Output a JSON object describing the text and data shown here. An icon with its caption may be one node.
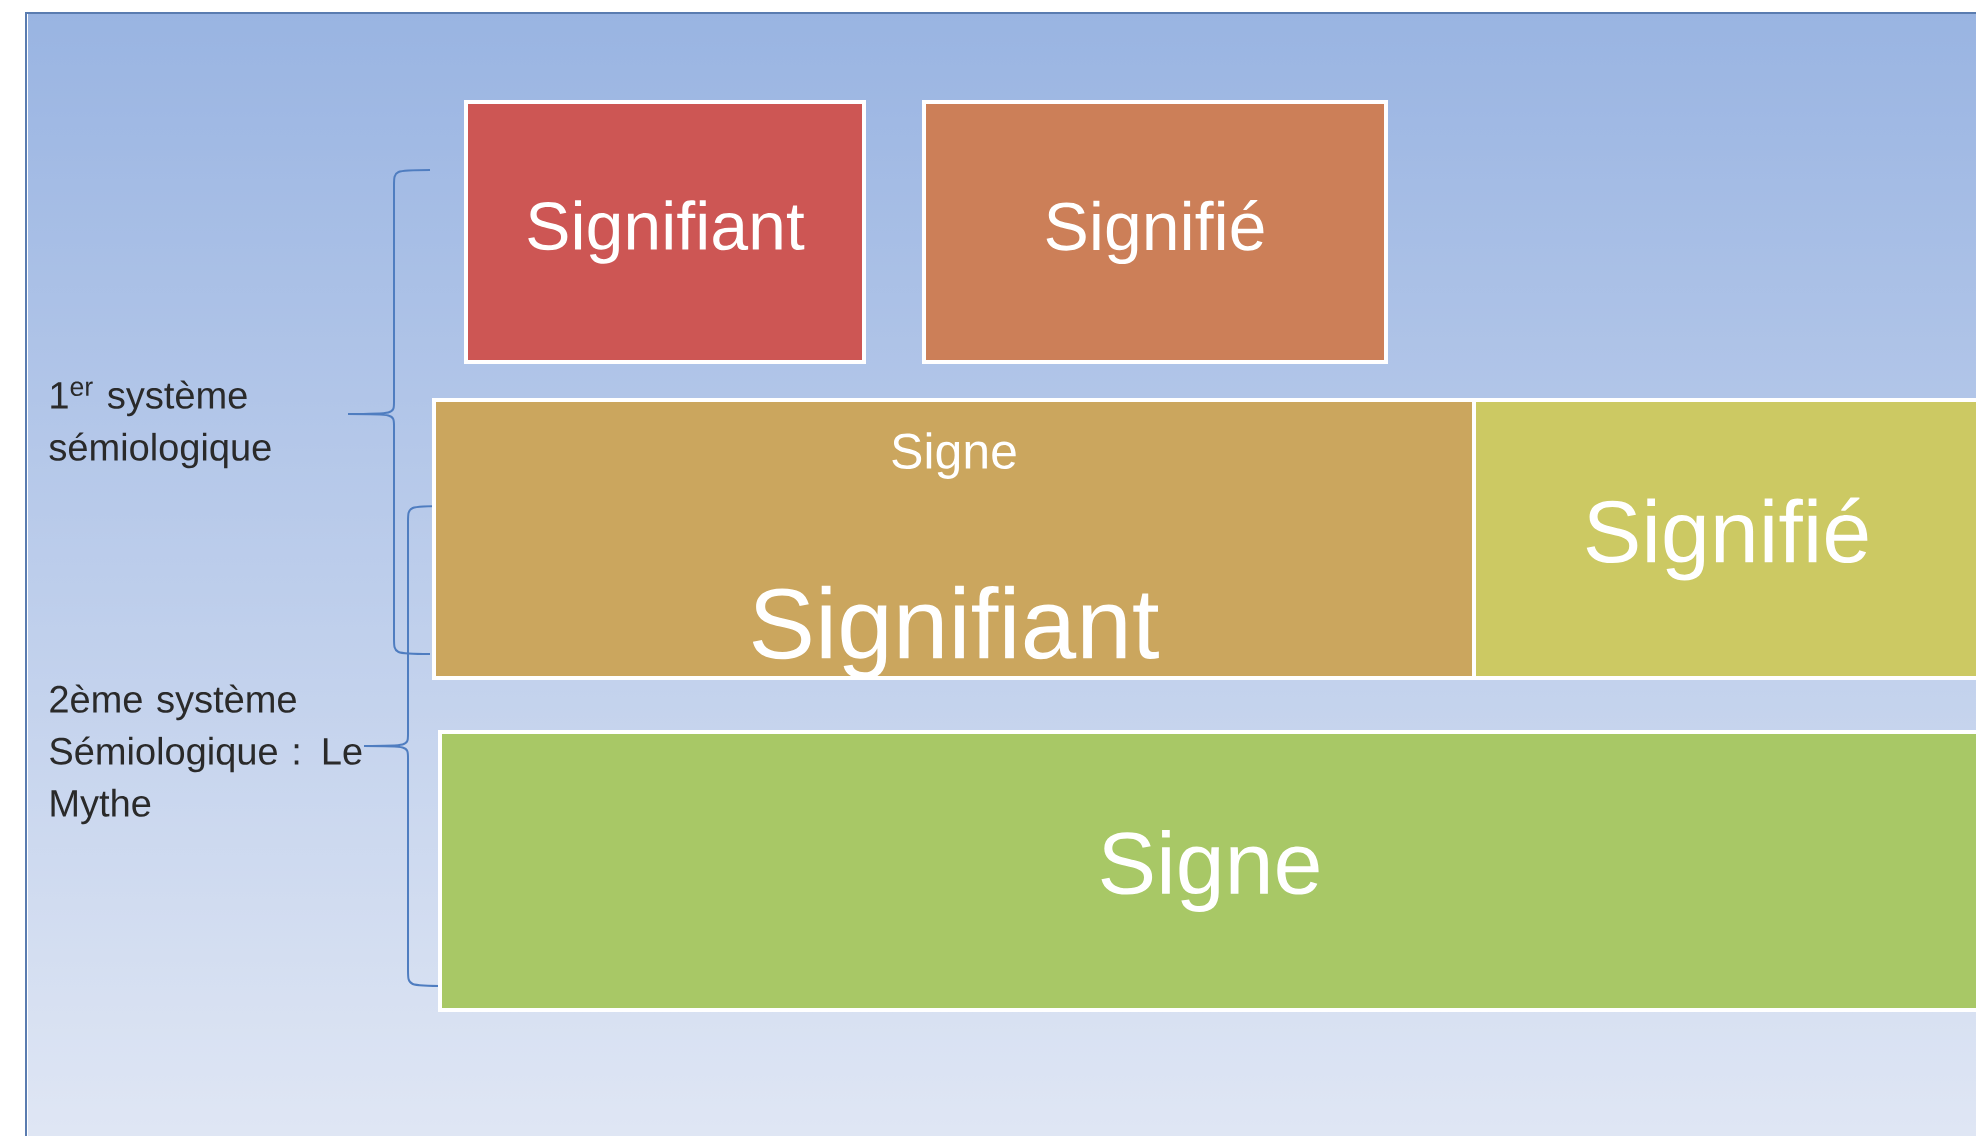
{
  "diagram": {
    "nodes": [
      {
        "text": [
          "Signifiant"
        ]
      },
      {
        "text": [
          "Signifié"
        ]
      },
      {
        "text": [
          "Signe",
          "Signifiant"
        ]
      },
      {
        "text": [
          "Signifié"
        ]
      },
      {
        "text": [
          "Signe"
        ]
      }
    ],
    "labels": [
      "1$^{er}$ système sémiologique",
      "2ème système Sémiologique : Le Mythe"
    ]
  }
}
